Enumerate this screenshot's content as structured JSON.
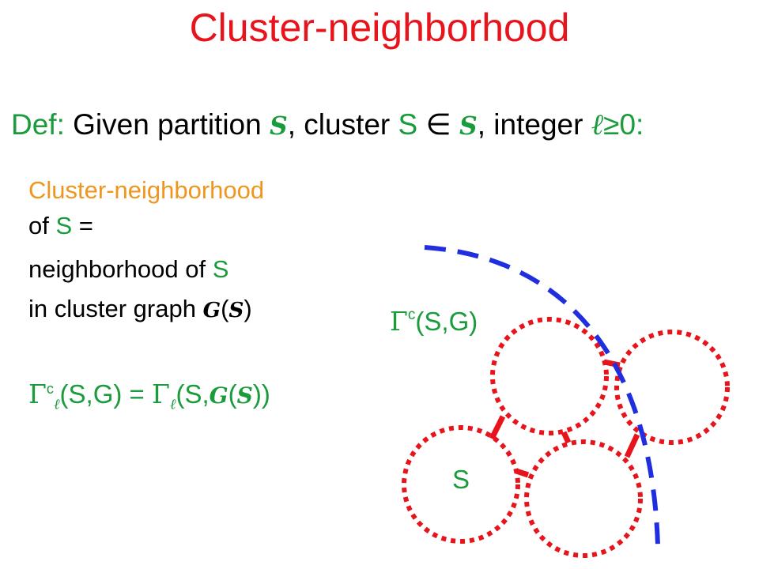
{
  "colors": {
    "title": "#e8141c",
    "green": "#1a9b3c",
    "orange": "#f0961e",
    "text": "#000000",
    "blue": "#1f2fe0",
    "red": "#e8141c"
  },
  "title": "Cluster-neighborhood",
  "definition": {
    "def_label": "Def:",
    "t1": " Given partition ",
    "partition_symbol": "S",
    "t2": ", cluster ",
    "cluster_symbol": "S",
    "elem_of": " ∈ ",
    "partition_symbol_2": "S",
    "t3": ", integer ",
    "ell": "ℓ",
    "ge_zero": "≥0:"
  },
  "explanation": {
    "line1": "Cluster-neighborhood",
    "line2_pre": "of ",
    "line2_s": "S",
    "line2_post": " =",
    "line3_pre": "neighborhood of ",
    "line3_s": "S",
    "line4_pre": "in cluster graph ",
    "line4_G": "G",
    "line4_open": "(",
    "line4_S": "S",
    "line4_close": ")"
  },
  "formula": {
    "gamma": "Γ",
    "sup_c": "c",
    "sub_ell": "ℓ",
    "lhs_args": "(S,G) = ",
    "gamma2": "Γ",
    "sub_ell2": "ℓ",
    "rhs_open": "(S,",
    "rhs_G": "G",
    "rhs_paren": "(",
    "rhs_S": "S",
    "rhs_close": "))"
  },
  "diagram": {
    "gamma_label": "Γ",
    "gamma_sup": "c",
    "gamma_args": "(S,G)",
    "cluster_label": "S"
  }
}
